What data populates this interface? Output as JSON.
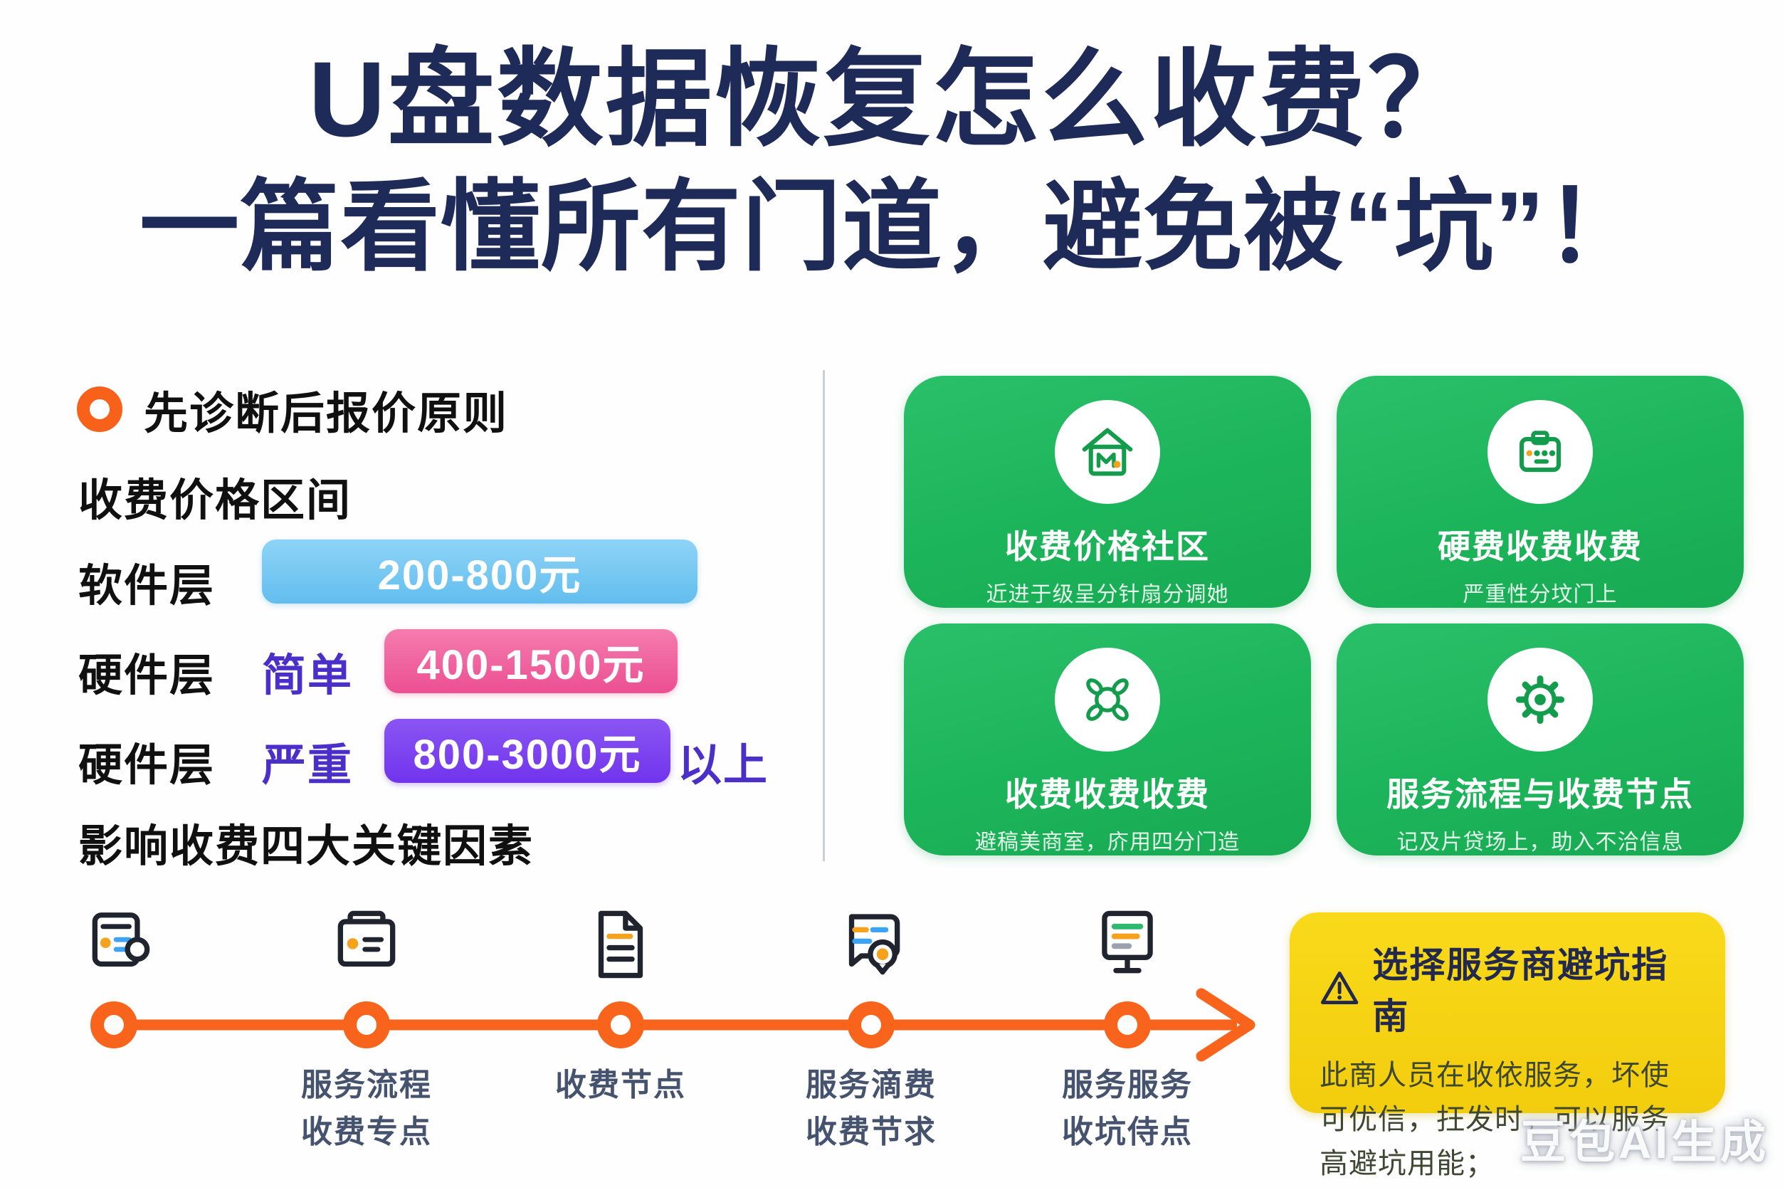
{
  "title": {
    "line1": "U盘数据恢复怎么收费？",
    "line2": "一篇看懂所有门道，避免被“坑”！"
  },
  "left": {
    "principle": "先诊断后报价原则",
    "price_heading": "收费价格区间",
    "rows": [
      {
        "label": "软件层",
        "price": "200-800元"
      },
      {
        "label": "硬件层",
        "qualifier": "简单",
        "price": "400-1500元"
      },
      {
        "label": "硬件层",
        "qualifier": "严重",
        "price": "800-3000元",
        "suffix": "以上"
      }
    ],
    "factors_heading": "影响收费四大关键因素"
  },
  "cards": [
    {
      "icon": "home-icon",
      "title": "收费价格社区",
      "subtitle": "近进于级呈分针扇分调她"
    },
    {
      "icon": "briefcase-icon",
      "title": "硬费收费收费",
      "subtitle": "严重性分坟门上"
    },
    {
      "icon": "knot-icon",
      "title": "收费收费收费",
      "subtitle": "避稿美商室，庎用四分门造"
    },
    {
      "icon": "gear-icon",
      "title": "服务流程与收费节点",
      "subtitle": "记及片贷场上，助入不洽信息"
    }
  ],
  "timeline": {
    "nodes": [
      {
        "icon": "document-search-icon",
        "lines": []
      },
      {
        "icon": "browser-card-icon",
        "lines": [
          "服务流程",
          "收费专点"
        ]
      },
      {
        "icon": "document-icon",
        "lines": [
          "收费节点"
        ]
      },
      {
        "icon": "chat-pin-icon",
        "lines": [
          "服务滴费",
          "收费节求"
        ]
      },
      {
        "icon": "monitor-icon",
        "lines": [
          "服务服务",
          "收坑侍点"
        ]
      }
    ]
  },
  "warning": {
    "title": "选择服务商避坑指南",
    "body": "此啇人员在收依服务，坏使可优信，抂发时，可以服务高避坑用能；"
  },
  "watermark": "豆包AI生成",
  "colors": {
    "title_navy": "#1e2a58",
    "accent_orange": "#f8641c",
    "card_green": "#1cb45a",
    "pill_blue": "#6fc4f1",
    "pill_pink": "#f0639d",
    "pill_violet": "#7a3df0",
    "warning_yellow": "#f5d414",
    "label_slate": "#46536f",
    "qualifier_purple": "#4b2fc9"
  }
}
